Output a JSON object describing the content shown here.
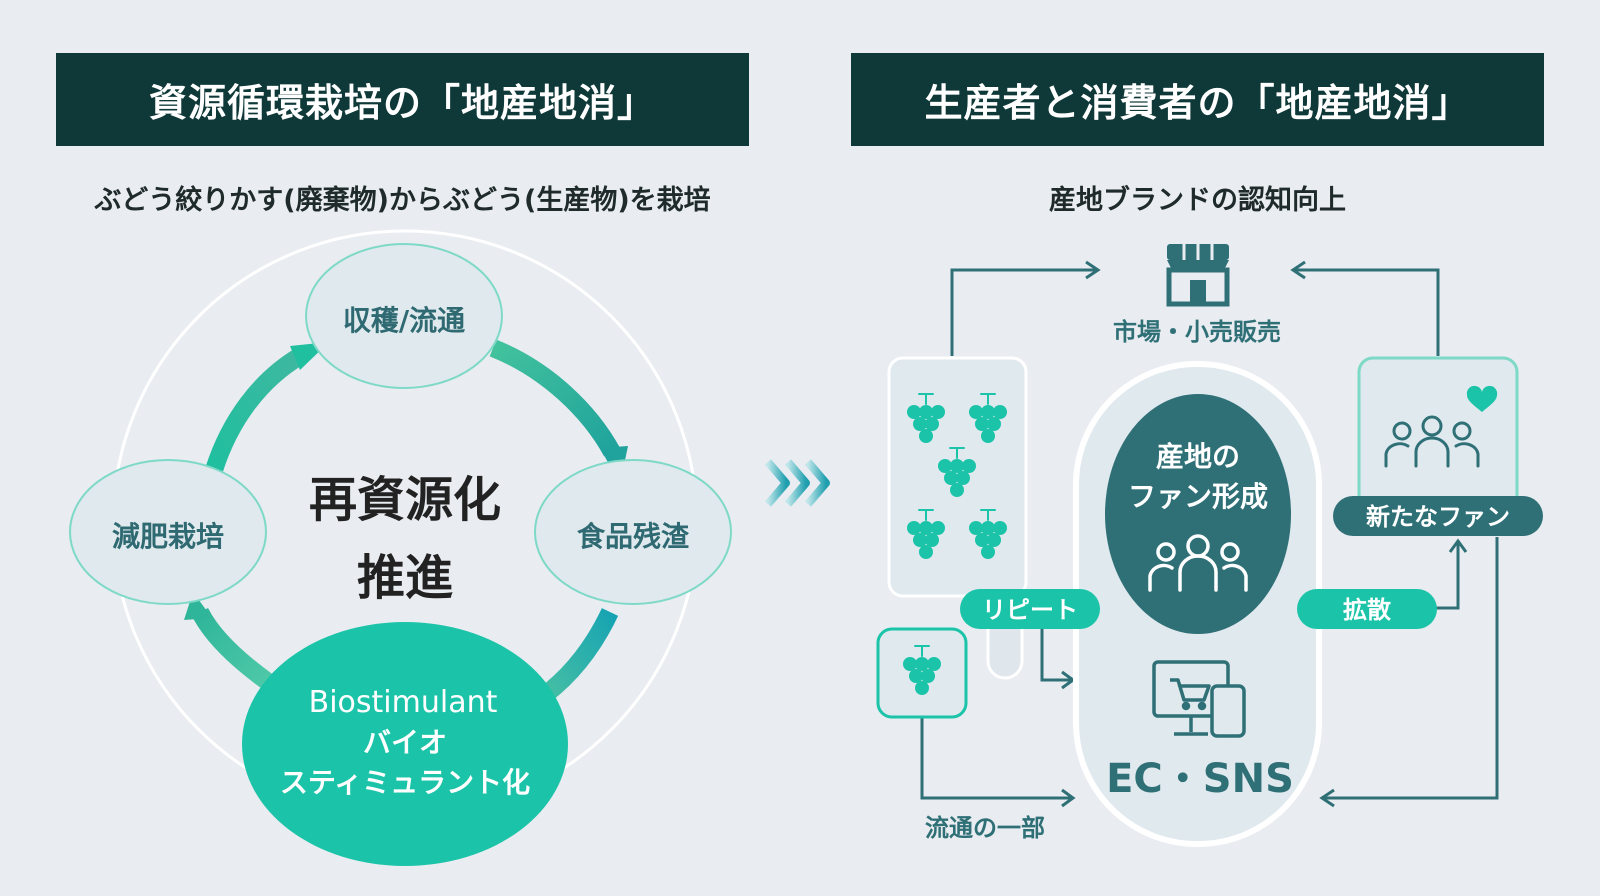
{
  "left_panel": {
    "title": "資源循環栽培の「地産地消」",
    "subtitle": "ぶどう絞りかす(廃棄物)からぶどう(生産物)を栽培",
    "center_line1": "再資源化",
    "center_line2": "推進",
    "nodes": {
      "harvest": "収穫/流通",
      "food_residue": "食品残渣",
      "fertilizer": "減肥栽培",
      "bio_line1": "Biostimulant",
      "bio_line2": "バイオ",
      "bio_line3": "スティミュラント化"
    }
  },
  "right_panel": {
    "title": "生産者と消費者の「地産地消」",
    "subtitle": "産地ブランドの認知向上",
    "market_label": "市場・小売販売",
    "center_line1": "産地の",
    "center_line2": "ファン形成",
    "ec_label": "EC・SNS",
    "repeat_label": "リピート",
    "spread_label": "拡散",
    "new_fans_label": "新たなファン",
    "distribution_label": "流通の一部"
  },
  "icons": {
    "chevrons": "triple-chevron-right-icon",
    "store": "store-icon",
    "grapes": "grape-icon",
    "people": "people-icon",
    "heart": "heart-icon",
    "devices": "devices-cart-icon"
  },
  "colors": {
    "banner": "#0f3838",
    "teal": "#1bc4a8",
    "dark_teal": "#2f7077",
    "node_fill": "#dfe9ee",
    "node_stroke": "#7ed9c6",
    "bubble_text": "#2f6a72"
  }
}
